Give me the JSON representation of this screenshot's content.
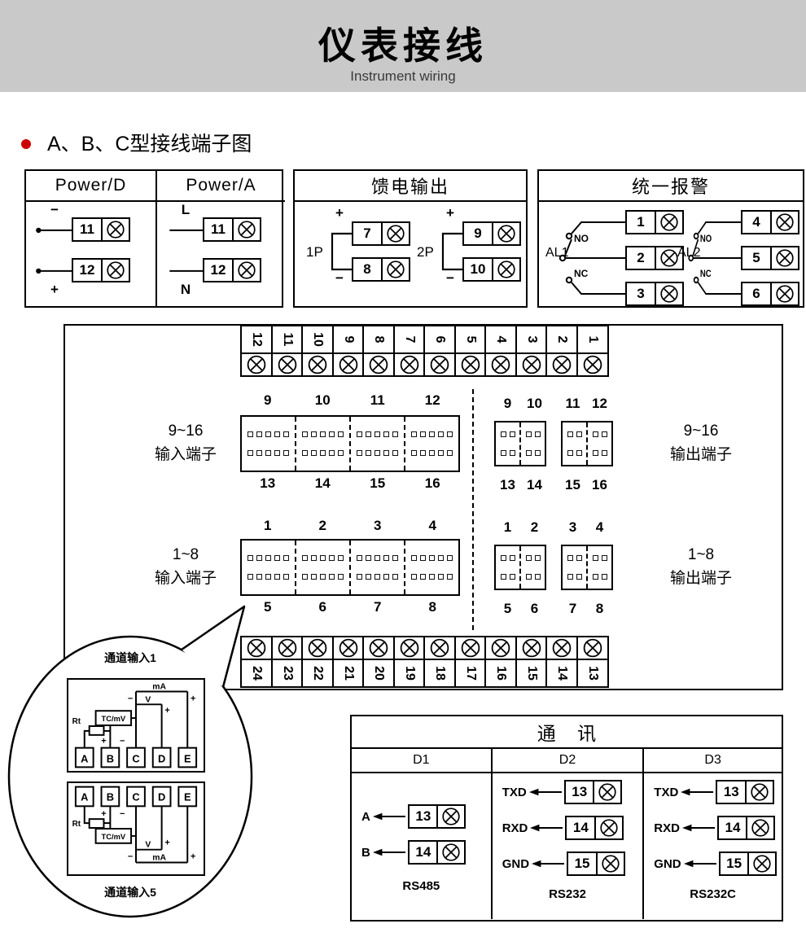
{
  "colors": {
    "accent_red": "#cc0000",
    "header_gray": "#c9c9c9",
    "line_black": "#000000"
  },
  "header": {
    "title": "仪表接线",
    "subtitle": "Instrument wiring"
  },
  "section": {
    "title": "A、B、C型接线端子图"
  },
  "power_box": {
    "col_d": {
      "title": "Power/D",
      "terminals": [
        {
          "sign": "−",
          "num": "11"
        },
        {
          "sign": "+",
          "num": "12"
        }
      ]
    },
    "col_a": {
      "title": "Power/A",
      "terminals": [
        {
          "sign": "L",
          "num": "11"
        },
        {
          "sign": "N",
          "num": "12"
        }
      ]
    }
  },
  "feed_box": {
    "title": "馈电输出",
    "groups": [
      {
        "label": "1P",
        "plus": "+",
        "minus": "−",
        "terminals": [
          "7",
          "8"
        ]
      },
      {
        "label": "2P",
        "plus": "+",
        "minus": "−",
        "terminals": [
          "9",
          "10"
        ]
      }
    ]
  },
  "alarm_box": {
    "title": "统一报警",
    "groups": [
      {
        "label": "AL1",
        "no": "NO",
        "nc": "NC",
        "terminals": [
          "1",
          "2",
          "3"
        ]
      },
      {
        "label": "AL2",
        "no": "NO",
        "nc": "NC",
        "terminals": [
          "4",
          "5",
          "6"
        ]
      }
    ]
  },
  "main": {
    "top_strip": [
      "12",
      "11",
      "10",
      "9",
      "8",
      "7",
      "6",
      "5",
      "4",
      "3",
      "2",
      "1"
    ],
    "bottom_strip": [
      "24",
      "23",
      "22",
      "21",
      "20",
      "19",
      "18",
      "17",
      "16",
      "15",
      "14",
      "13"
    ],
    "input_9_16": {
      "label1": "9~16",
      "label2": "输入端子",
      "top_nums": [
        "9",
        "10",
        "11",
        "12"
      ],
      "bottom_nums": [
        "13",
        "14",
        "15",
        "16"
      ]
    },
    "output_9_16": {
      "label1": "9~16",
      "label2": "输出端子",
      "top_nums": [
        "9",
        "10",
        "11",
        "12"
      ],
      "bottom_nums": [
        "13",
        "14",
        "15",
        "16"
      ]
    },
    "input_1_8": {
      "label1": "1~8",
      "label2": "输入端子",
      "top_nums": [
        "1",
        "2",
        "3",
        "4"
      ],
      "bottom_nums": [
        "5",
        "6",
        "7",
        "8"
      ]
    },
    "output_1_8": {
      "label1": "1~8",
      "label2": "输出端子",
      "top_nums": [
        "1",
        "2",
        "3",
        "4"
      ],
      "bottom_nums": [
        "5",
        "6",
        "7",
        "8"
      ]
    }
  },
  "callout": {
    "top_label": "通道输入1",
    "bottom_label": "通道输入5",
    "terminals": [
      "A",
      "B",
      "C",
      "D",
      "E"
    ],
    "rt": "Rt",
    "tc": "TC/mV",
    "v": "V",
    "ma": "mA",
    "plus": "+",
    "minus": "−"
  },
  "comm_box": {
    "title": "通 讯",
    "columns": [
      {
        "name": "D1",
        "rows": [
          {
            "signal": "A",
            "num": "13"
          },
          {
            "signal": "B",
            "num": "14"
          }
        ],
        "standard": "RS485"
      },
      {
        "name": "D2",
        "rows": [
          {
            "signal": "TXD",
            "num": "13"
          },
          {
            "signal": "RXD",
            "num": "14"
          },
          {
            "signal": "GND",
            "num": "15"
          }
        ],
        "standard": "RS232"
      },
      {
        "name": "D3",
        "rows": [
          {
            "signal": "TXD",
            "num": "13"
          },
          {
            "signal": "RXD",
            "num": "14"
          },
          {
            "signal": "GND",
            "num": "15"
          }
        ],
        "standard": "RS232C"
      }
    ]
  }
}
